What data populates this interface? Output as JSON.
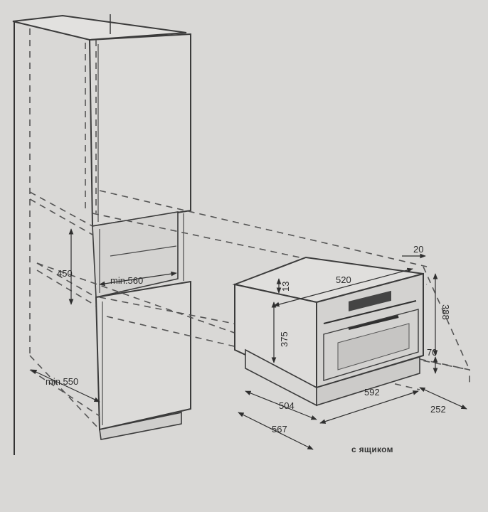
{
  "diagram": {
    "labels": {
      "niche_height": "450",
      "niche_width": "min.560",
      "cabinet_depth": "min.550",
      "top_depth": "520",
      "offset_20": "20",
      "front_height": "388",
      "gap_13": "13",
      "body_height": "375",
      "drawer_height": "70",
      "body_depth": "504",
      "full_depth": "567",
      "front_width": "592",
      "drawer_depth": "252"
    },
    "caption": "с ящиком"
  }
}
